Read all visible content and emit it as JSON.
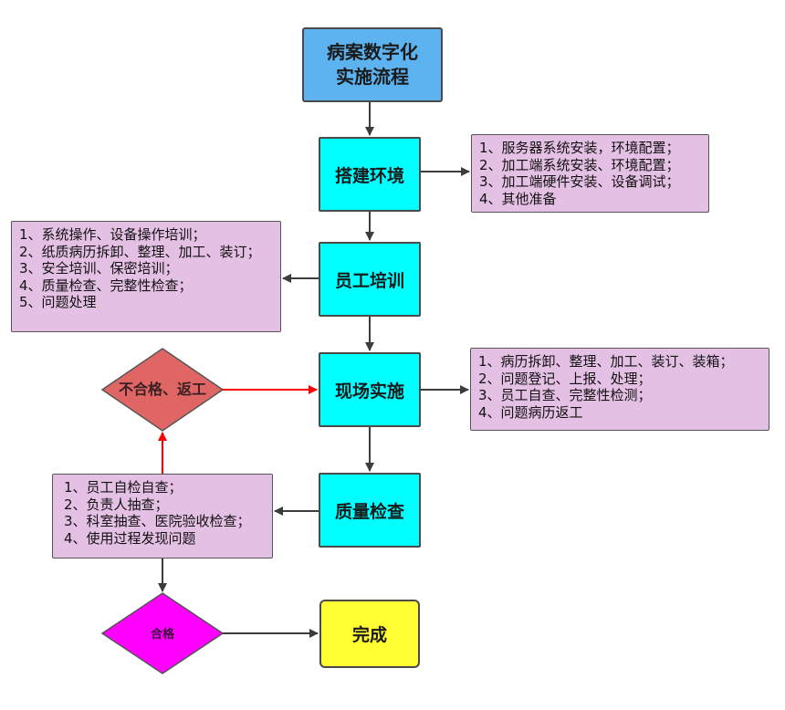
{
  "nodes": {
    "start": {
      "line1": "病案数字化",
      "line2": "实施流程"
    },
    "setup": "搭建环境",
    "training": "员工培训",
    "onsite": "现场实施",
    "quality": "质量检查",
    "done": "完成",
    "fail": "不合格、返工",
    "pass": "合格"
  },
  "notes": {
    "setup": [
      "1、服务器系统安装，环境配置；",
      "2、加工端系统安装、环境配置；",
      "3、加工端硬件安装、设备调试；",
      "4、其他准备"
    ],
    "training": [
      "1、系统操作、设备操作培训；",
      "2、纸质病历拆卸、整理、加工、装订；",
      "3、安全培训、保密培训；",
      "4、质量检查、完整性检查；",
      "5、问题处理"
    ],
    "onsite": [
      "1、病历拆卸、整理、加工、装订、装箱；",
      "2、问题登记、上报、处理；",
      "3、员工自查、完整性检测；",
      "4、问题病历返工"
    ],
    "quality": [
      "1、员工自检自查；",
      "2、负责人抽查；",
      "3、科室抽查、医院验收检查；",
      "4、使用过程发现问题"
    ]
  },
  "colors": {
    "start": "#5cb3ef",
    "step": "#00ffff",
    "done": "#ffff33",
    "note": "#e4c0e4",
    "fail_diamond": "#e06666",
    "pass_diamond": "#ff00ff",
    "rework_arrow": "#ff0000",
    "arrow": "#3c3c3c"
  }
}
